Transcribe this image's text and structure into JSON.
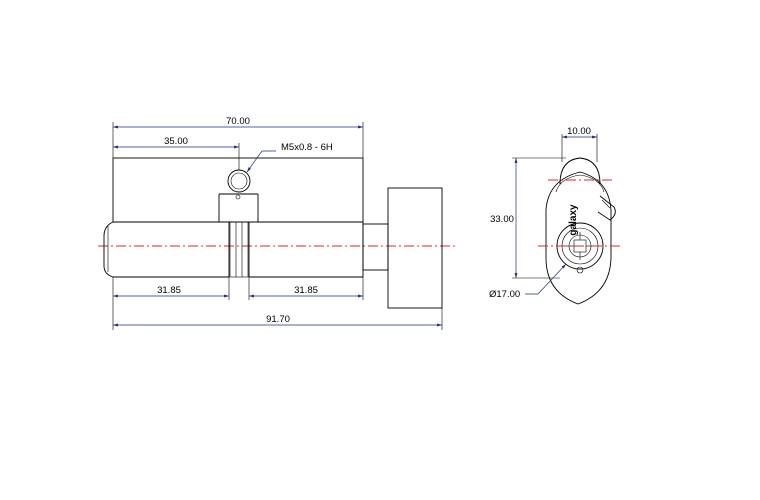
{
  "dimensions": {
    "total_70": "70.00",
    "half_35": "35.00",
    "thread": "M5x0.8 - 6H",
    "left_body": "31.85",
    "right_body": "31.85",
    "overall": "91.70",
    "width_10": "10.00",
    "height_33": "33.00",
    "diameter_17": "Ø17.00"
  },
  "brand_text": "galaxy",
  "colors": {
    "outline": "#000000",
    "dimension": "#1e2c8a",
    "centerline": "#d9272e"
  }
}
